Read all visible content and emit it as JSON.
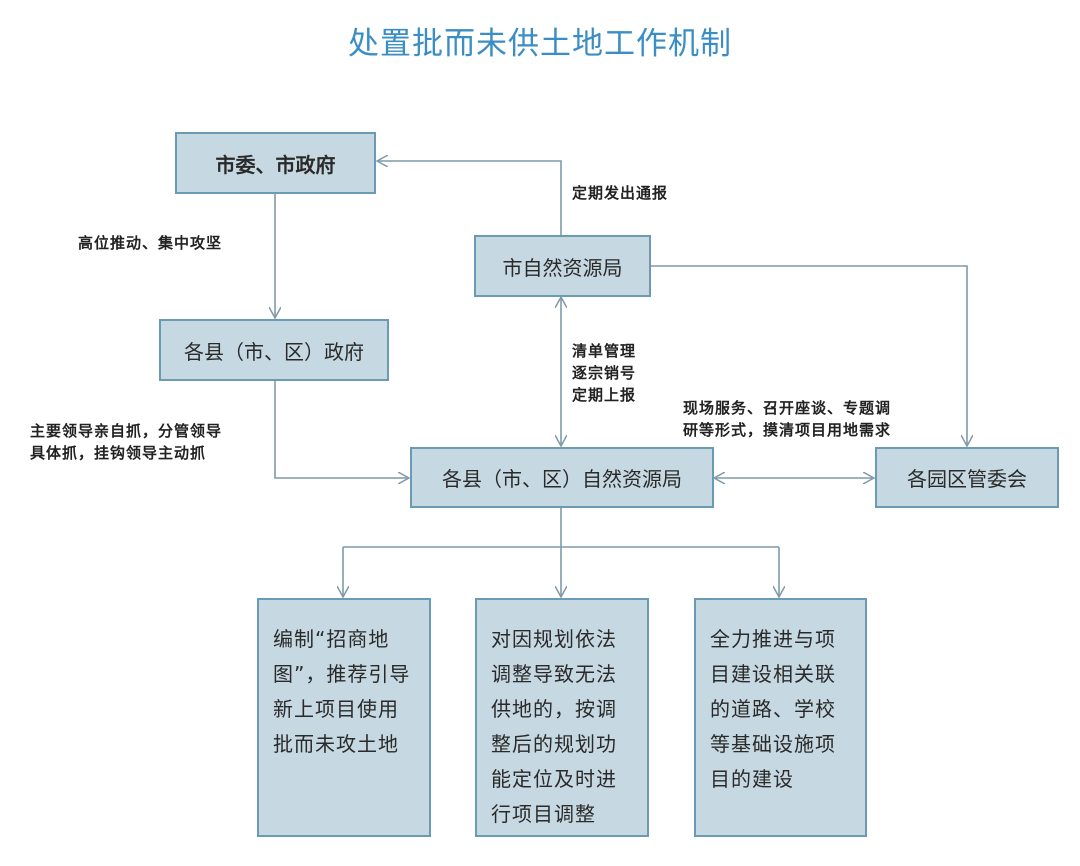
{
  "title": "处置批而未供土地工作机制",
  "nodes": {
    "city_gov": "市委、市政府",
    "county_gov": "各县（市、区）政府",
    "city_bureau": "市自然资源局",
    "county_bureau": "各县（市、区）自然资源局",
    "park_committee": "各园区管委会",
    "action_1": "编制“招商地图”，推荐引导新上项目使用批而未攻土地",
    "action_2": "对因规划依法调整导致无法供地的，按调整后的规划功能定位及时进行项目调整",
    "action_3": "全力推进与项目建设相关联的道路、学校等基础设施项目的建设"
  },
  "labels": {
    "report": "定期发出通报",
    "push": "高位推动、集中攻坚",
    "list_mgmt": "清单管理\n逐宗销号\n定期上报",
    "leaders": "主要领导亲自抓，分管领导\n具体抓，挂钩领导主动抓",
    "onsite": "现场服务、召开座谈、专题调\n研等形式，摸清项目用地需求"
  },
  "colors": {
    "box_fill": "#c6d8e2",
    "box_border": "#6a9bb3",
    "line": "#7f9aa8",
    "title": "#3b8ec4"
  }
}
